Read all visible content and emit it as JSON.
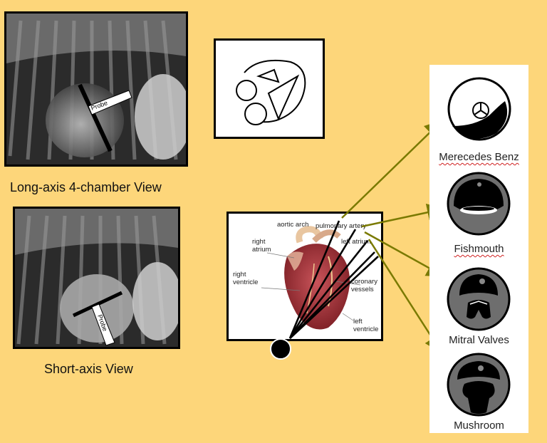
{
  "captions": {
    "long_axis": "Long-axis 4-chamber View",
    "short_axis": "Short-axis View"
  },
  "probe_label": "Probe",
  "heart_labels": {
    "aortic_arch": "aortic arch",
    "pulmonary_artery": "pulmonary artery",
    "right_atrium": "right\natrium",
    "left_atrium": "left atrium",
    "right_ventricle": "right\nventricle",
    "coronary_vessels": "coronary\nvessels",
    "left_ventricle": "left\nventricle"
  },
  "views": [
    {
      "label": "Merecedes Benz",
      "spellcheck": true
    },
    {
      "label": "Fishmouth",
      "spellcheck": true
    },
    {
      "label": "Mitral Valves",
      "spellcheck": false
    },
    {
      "label": "Mushroom",
      "spellcheck": false
    }
  ],
  "colors": {
    "background": "#fdd67a",
    "arrow": "#7a7a00",
    "view_disc": "#6e6e6e"
  }
}
